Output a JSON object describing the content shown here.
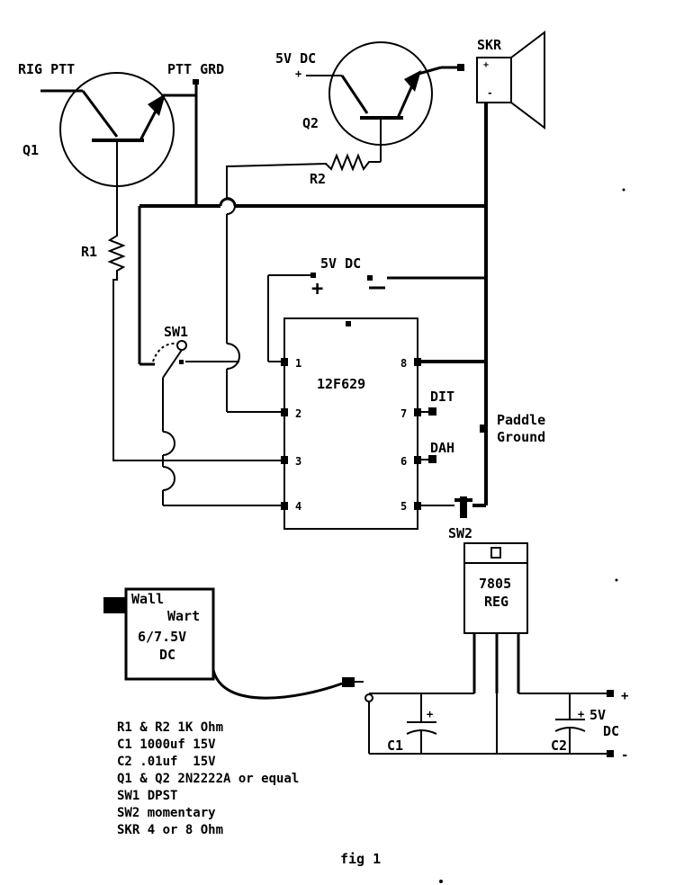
{
  "labels": {
    "rig_ptt": "RIG PTT",
    "ptt_grd": "PTT GRD",
    "q1": "Q1",
    "q2": "Q2",
    "r1": "R1",
    "r2": "R2",
    "v5dc_top": "5V DC",
    "v5dc_mid": "5V DC",
    "skr": "SKR",
    "sw1": "SW1",
    "sw2": "SW2",
    "ic": "12F629",
    "dit": "DIT",
    "dah": "DAH",
    "paddle": "Paddle",
    "ground": "Ground",
    "reg_num": "7805",
    "reg": "REG",
    "wall": "Wall",
    "wart": "Wart",
    "wall_v": "6/7.5V",
    "wall_dc": "DC",
    "c1": "C1",
    "c2": "C2",
    "out_5v": "5V",
    "out_dc": "DC",
    "fig": "fig 1"
  },
  "pins": [
    "1",
    "2",
    "3",
    "4",
    "5",
    "6",
    "7",
    "8"
  ],
  "parts_list": [
    "R1 & R2 1K Ohm",
    "C1 1000uf 15V",
    "C2 .01uf  15V",
    "Q1 & Q2 2N2222A or equal",
    "SW1 DPST",
    "SW2 momentary",
    "SKR 4 or 8 Ohm"
  ]
}
